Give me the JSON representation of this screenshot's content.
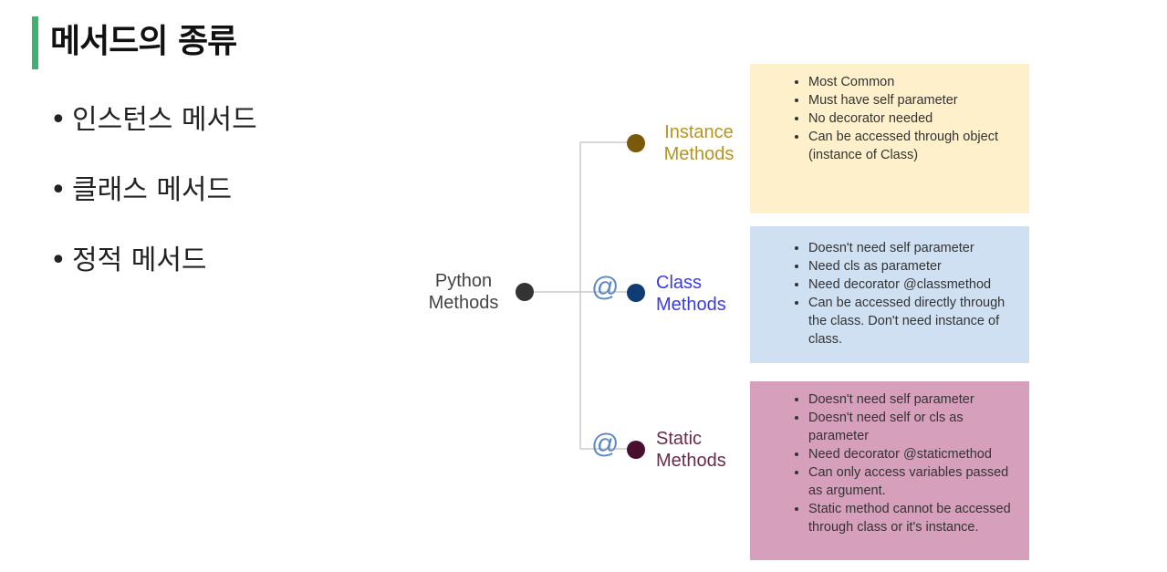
{
  "page": {
    "title": "메서드의 종류",
    "accent_color": "#3cb371",
    "bullets": [
      "인스턴스 메서드",
      "클래스 메서드",
      "정적 메서드"
    ],
    "bullet_char": "•"
  },
  "diagram": {
    "root": {
      "label_line1": "Python",
      "label_line2": "Methods",
      "color": "#333333"
    },
    "at_symbol": "@",
    "branches": [
      {
        "id": "instance",
        "label_line1": "Instance",
        "label_line2": "Methods",
        "label_color": "#b8941f",
        "dot_color": "#7a5a0a",
        "has_at": false,
        "note_color": "#fff0cc",
        "notes": [
          "Most Common",
          "Must have self parameter",
          "No decorator needed",
          "Can be accessed through object (instance of Class)"
        ]
      },
      {
        "id": "class",
        "label_line1": "Class",
        "label_line2": "Methods",
        "label_color": "#3a3ae8",
        "dot_color": "#0f3c73",
        "has_at": true,
        "note_color": "#cfe0f2",
        "notes": [
          "Doesn't need self parameter",
          "Need cls as parameter",
          "Need decorator @classmethod",
          "Can be accessed directly through the class. Don't need instance of class."
        ]
      },
      {
        "id": "static",
        "label_line1": "Static",
        "label_line2": "Methods",
        "label_color": "#6b2a4a",
        "dot_color": "#4a0f2e",
        "has_at": true,
        "note_color": "#d6a0bd",
        "notes": [
          "Doesn't need self parameter",
          "Doesn't need self or cls as parameter",
          "Need decorator @staticmethod",
          "Can only access variables passed as argument.",
          "Static method cannot be accessed through class or it's instance."
        ]
      }
    ]
  }
}
